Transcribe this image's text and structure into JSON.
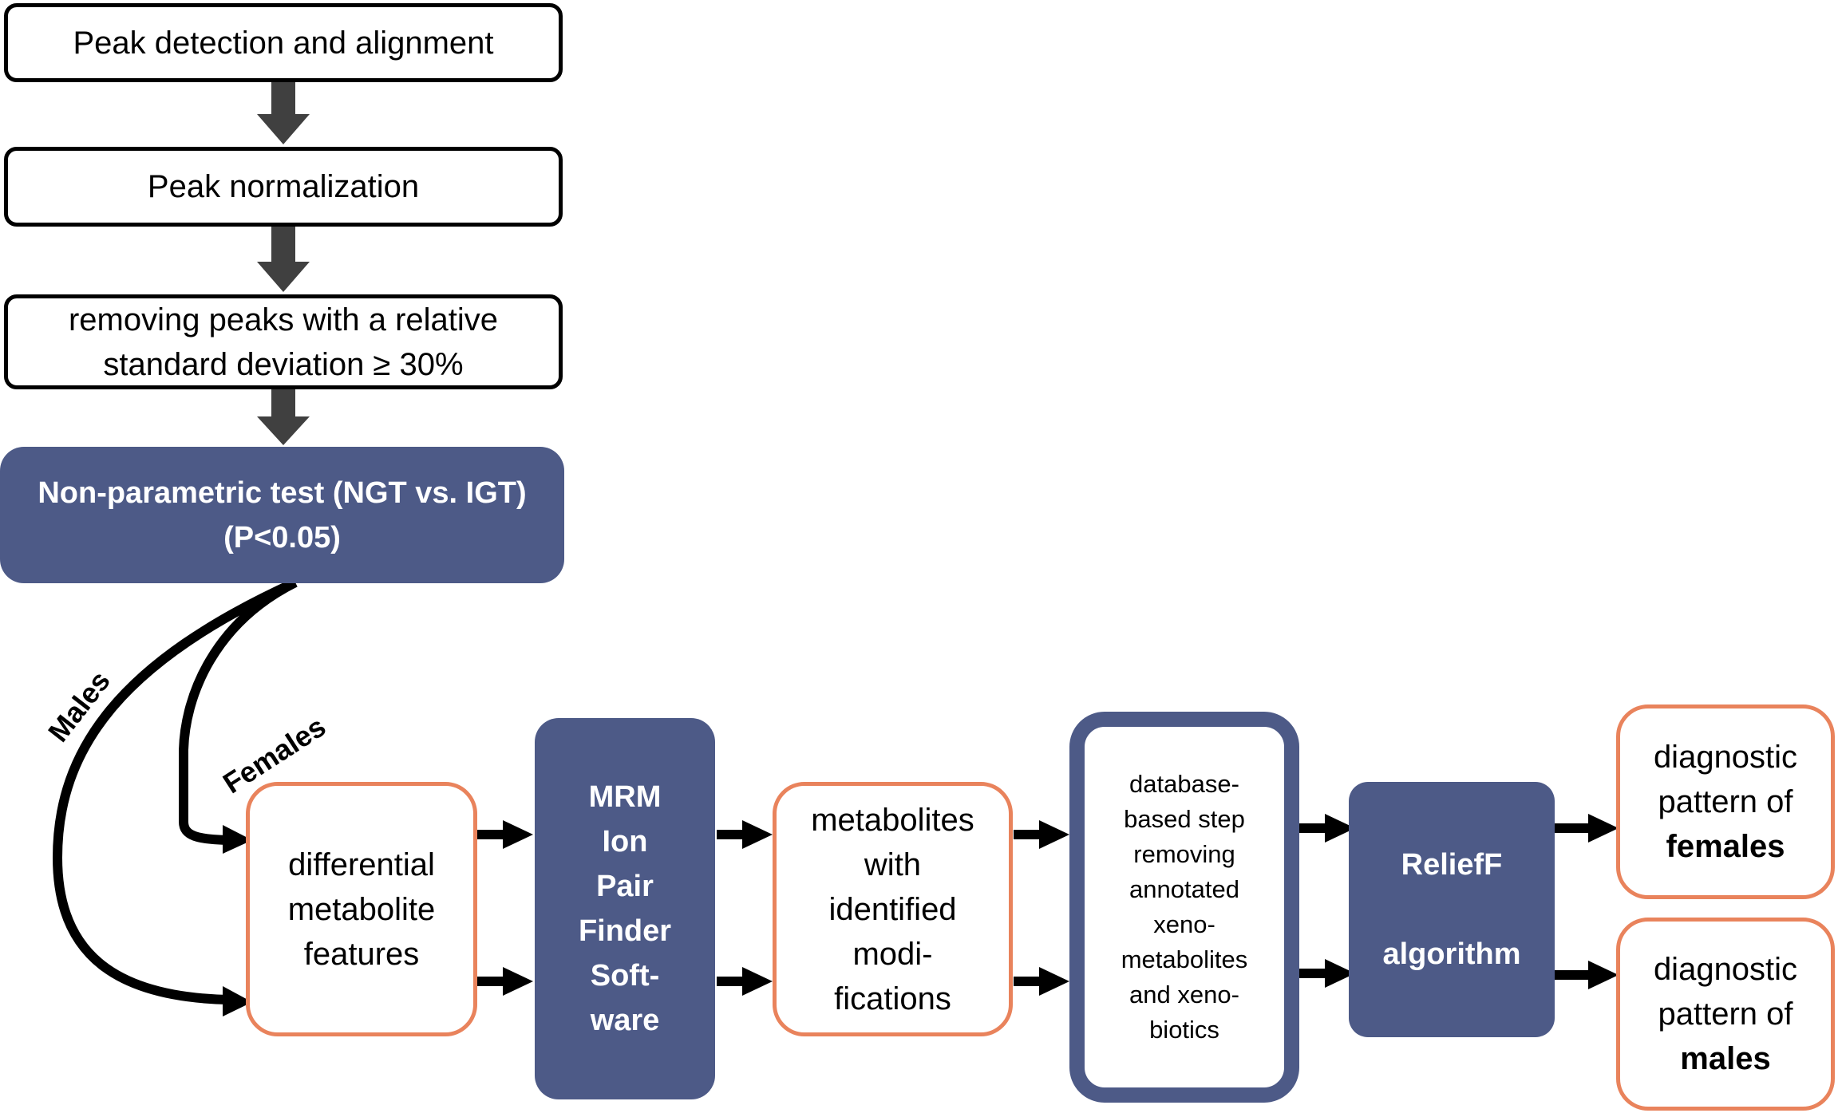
{
  "steps": {
    "peak_detection": "Peak detection and alignment",
    "peak_normalization": "Peak normalization",
    "rsd_filter": [
      "removing peaks with a relative",
      "standard deviation ≥ 30%"
    ],
    "nonparametric_test": [
      "Non-parametric test (NGT vs. IGT)",
      "(P<0.05)"
    ]
  },
  "branches": {
    "males": "Males",
    "females": "Females"
  },
  "pipeline": {
    "differential_features": [
      "differential",
      "metabolite",
      "features"
    ],
    "mrm_finder": [
      "MRM",
      "Ion",
      "Pair",
      "Finder",
      "Soft-",
      "ware"
    ],
    "identified_modifications": [
      "metabolites",
      "with",
      "identified",
      "modi-",
      "fications"
    ],
    "database_step": [
      "database-",
      "based step",
      "removing",
      "annotated",
      "xeno-",
      "metabolites",
      "and xeno-",
      "biotics"
    ],
    "relieff": [
      "ReliefF",
      "algorithm"
    ]
  },
  "outputs": {
    "females": {
      "line1": "diagnostic",
      "line2": "pattern of",
      "group": "females"
    },
    "males": {
      "line1": "diagnostic",
      "line2": "pattern of",
      "group": "males"
    }
  },
  "colors": {
    "navy": "#4d5a87",
    "orange": "#e9835c",
    "vertical_arrow": "#404040",
    "horizontal_arrow": "#000000"
  }
}
